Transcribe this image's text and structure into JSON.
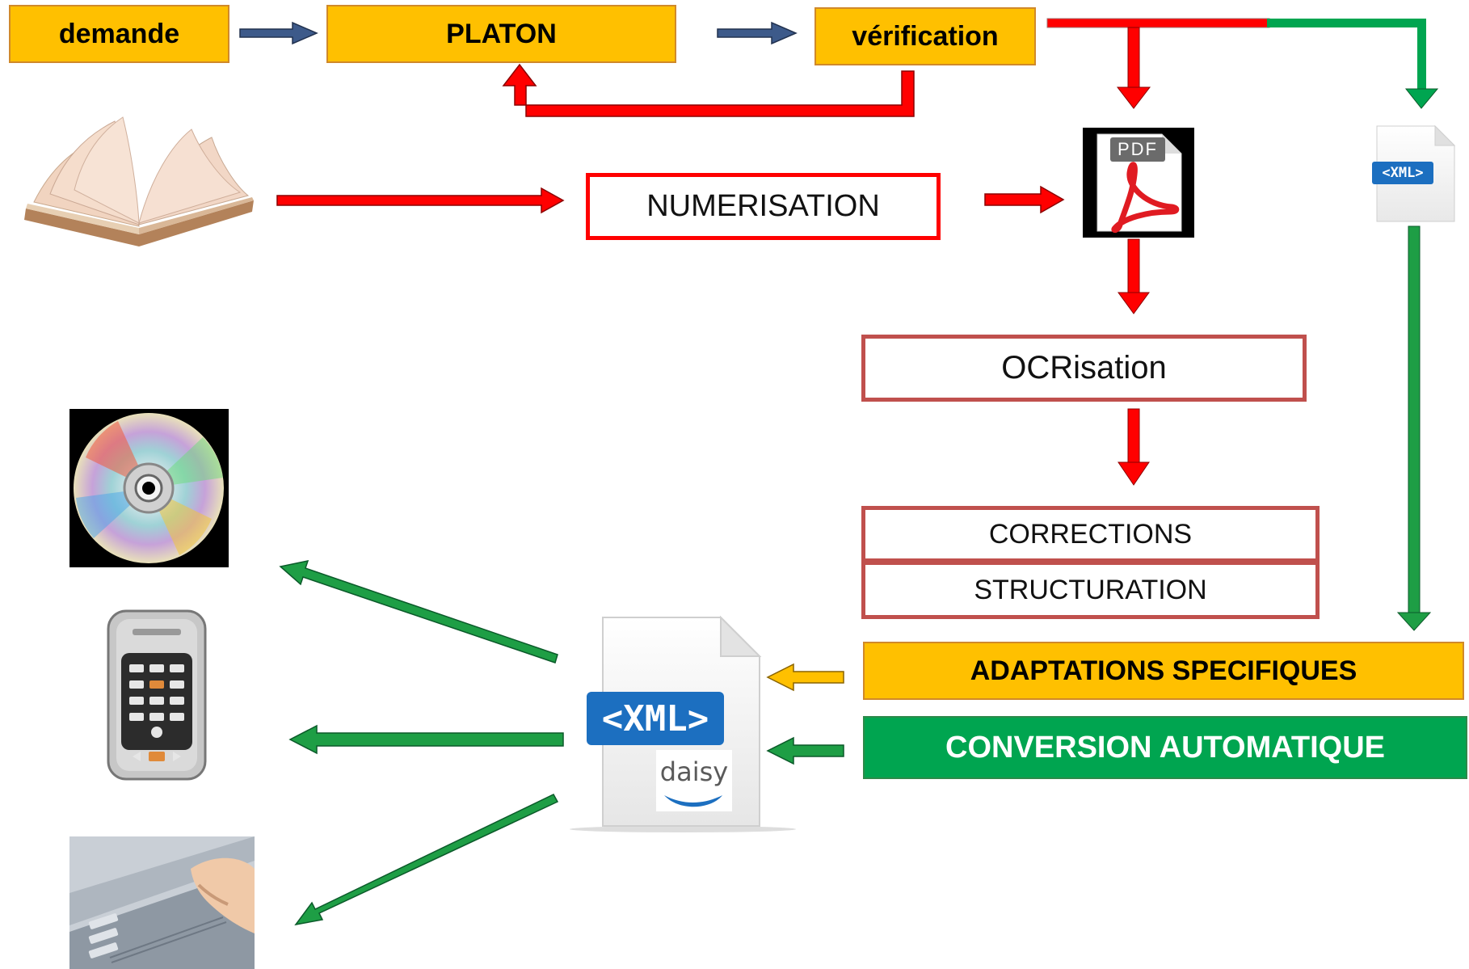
{
  "nodes": {
    "demande": "demande",
    "platon": "PLATON",
    "verification": "vérification",
    "numerisation": "NUMERISATION",
    "ocrisation": "OCRisation",
    "corrections": "CORRECTIONS",
    "structuration": "STRUCTURATION",
    "adaptations": "ADAPTATIONS SPECIFIQUES",
    "conversion": "CONVERSION AUTOMATIQUE"
  },
  "icons": {
    "pdf_label": "PDF",
    "xml_small_label": "<XML>",
    "xml_big_label": "<XML>",
    "daisy_label": "daisy",
    "book": "open-book-icon",
    "cd": "cd-disc-icon",
    "player": "daisy-player-icon",
    "braille": "braille-display-icon"
  },
  "colors": {
    "accent_yellow": "#ffc000",
    "accent_green": "#00a550",
    "arrow_red": "#ff0000",
    "arrow_blue": "#3d5a8a",
    "arrow_green": "#1e9e45",
    "border_brick": "#c0504d"
  }
}
